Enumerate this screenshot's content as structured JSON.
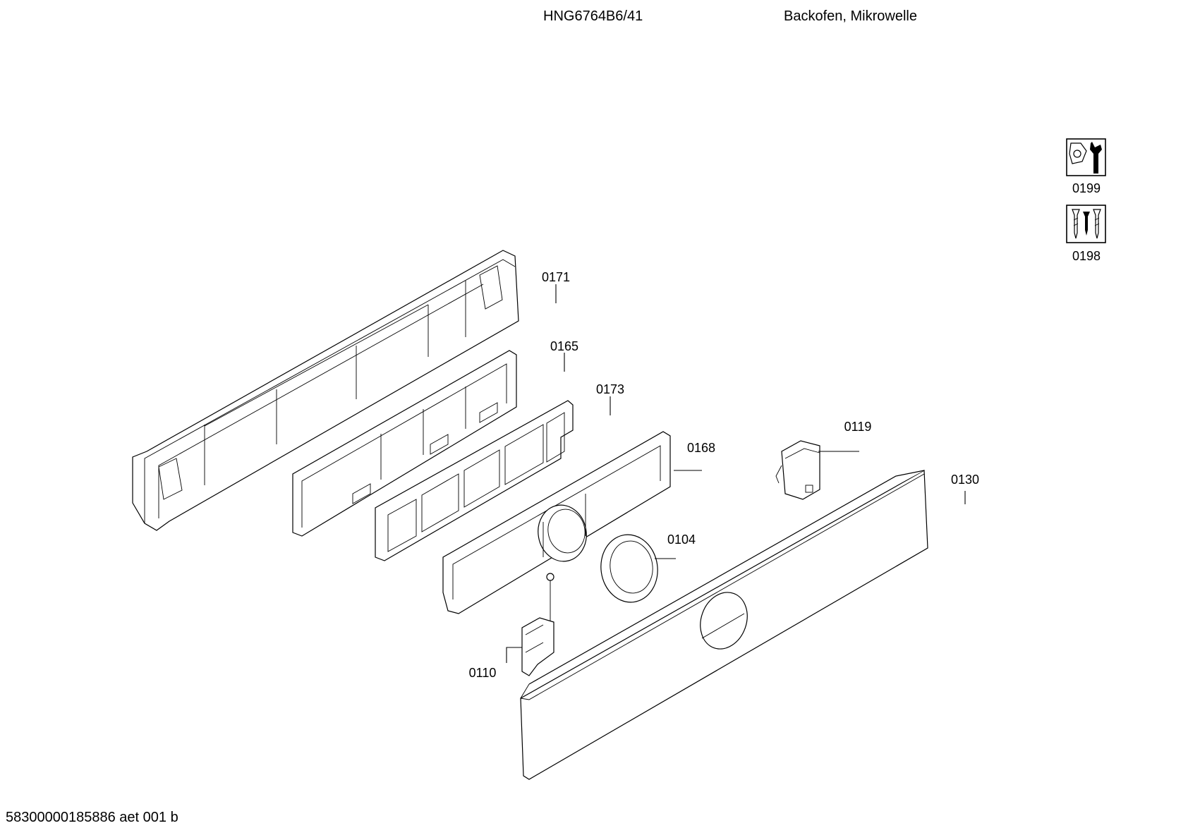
{
  "header": {
    "model": "HNG6764B6/41",
    "description": "Backofen, Mikrowelle"
  },
  "footer": {
    "code": "58300000185886 aet 001 b"
  },
  "tool_icons": [
    {
      "icon": "wrench-nut-icon",
      "label": "0199"
    },
    {
      "icon": "screws-icon",
      "label": "0198"
    }
  ],
  "parts": {
    "p0171": "0171",
    "p0165": "0165",
    "p0173": "0173",
    "p0168": "0168",
    "p0119": "0119",
    "p0130": "0130",
    "p0104": "0104",
    "p0110": "0110"
  }
}
